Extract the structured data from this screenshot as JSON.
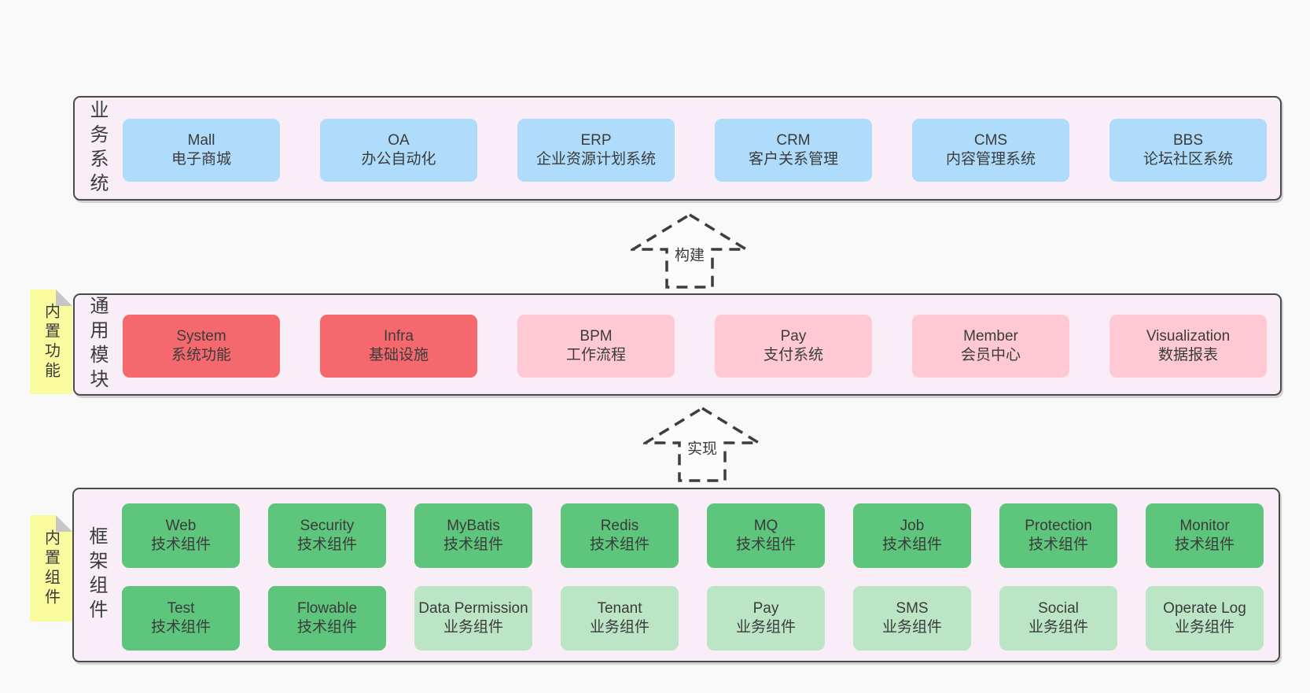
{
  "colors": {
    "page_bg": "#f8f8f8",
    "panel_bg": "#f9eef7",
    "panel_border": "#4a4a4a",
    "blue": "#aedcfa",
    "red": "#f5696e",
    "pink": "#fec9d2",
    "green": "#5ec57c",
    "light_green": "#bce5c6",
    "sticky_yellow": "#fafb9f",
    "fold_gray": "#c6c6c6",
    "text": "#3b3b3b"
  },
  "sections": {
    "business": {
      "label": "业务系统",
      "boxes": [
        {
          "en": "Mall",
          "zh": "电子商城",
          "variant": "blue"
        },
        {
          "en": "OA",
          "zh": "办公自动化",
          "variant": "blue"
        },
        {
          "en": "ERP",
          "zh": "企业资源计划系统",
          "variant": "blue"
        },
        {
          "en": "CRM",
          "zh": "客户关系管理",
          "variant": "blue"
        },
        {
          "en": "CMS",
          "zh": "内容管理系统",
          "variant": "blue"
        },
        {
          "en": "BBS",
          "zh": "论坛社区系统",
          "variant": "blue"
        }
      ]
    },
    "modules": {
      "label": "通用模块",
      "sticky": "内置功能",
      "boxes": [
        {
          "en": "System",
          "zh": "系统功能",
          "variant": "red"
        },
        {
          "en": "Infra",
          "zh": "基础设施",
          "variant": "red"
        },
        {
          "en": "BPM",
          "zh": "工作流程",
          "variant": "pink"
        },
        {
          "en": "Pay",
          "zh": "支付系统",
          "variant": "pink"
        },
        {
          "en": "Member",
          "zh": "会员中心",
          "variant": "pink"
        },
        {
          "en": "Visualization",
          "zh": "数据报表",
          "variant": "pink"
        }
      ]
    },
    "framework": {
      "label": "框架组件",
      "sticky": "内置组件",
      "row1": [
        {
          "en": "Web",
          "zh": "技术组件",
          "variant": "green"
        },
        {
          "en": "Security",
          "zh": "技术组件",
          "variant": "green"
        },
        {
          "en": "MyBatis",
          "zh": "技术组件",
          "variant": "green"
        },
        {
          "en": "Redis",
          "zh": "技术组件",
          "variant": "green"
        },
        {
          "en": "MQ",
          "zh": "技术组件",
          "variant": "green"
        },
        {
          "en": "Job",
          "zh": "技术组件",
          "variant": "green"
        },
        {
          "en": "Protection",
          "zh": "技术组件",
          "variant": "green"
        },
        {
          "en": "Monitor",
          "zh": "技术组件",
          "variant": "green"
        }
      ],
      "row2": [
        {
          "en": "Test",
          "zh": "技术组件",
          "variant": "green"
        },
        {
          "en": "Flowable",
          "zh": "技术组件",
          "variant": "green"
        },
        {
          "en": "Data Permission",
          "zh": "业务组件",
          "variant": "lightgreen"
        },
        {
          "en": "Tenant",
          "zh": "业务组件",
          "variant": "lightgreen"
        },
        {
          "en": "Pay",
          "zh": "业务组件",
          "variant": "lightgreen"
        },
        {
          "en": "SMS",
          "zh": "业务组件",
          "variant": "lightgreen"
        },
        {
          "en": "Social",
          "zh": "业务组件",
          "variant": "lightgreen"
        },
        {
          "en": "Operate Log",
          "zh": "业务组件",
          "variant": "lightgreen"
        }
      ]
    }
  },
  "arrows": [
    {
      "label": "构建"
    },
    {
      "label": "实现"
    }
  ]
}
